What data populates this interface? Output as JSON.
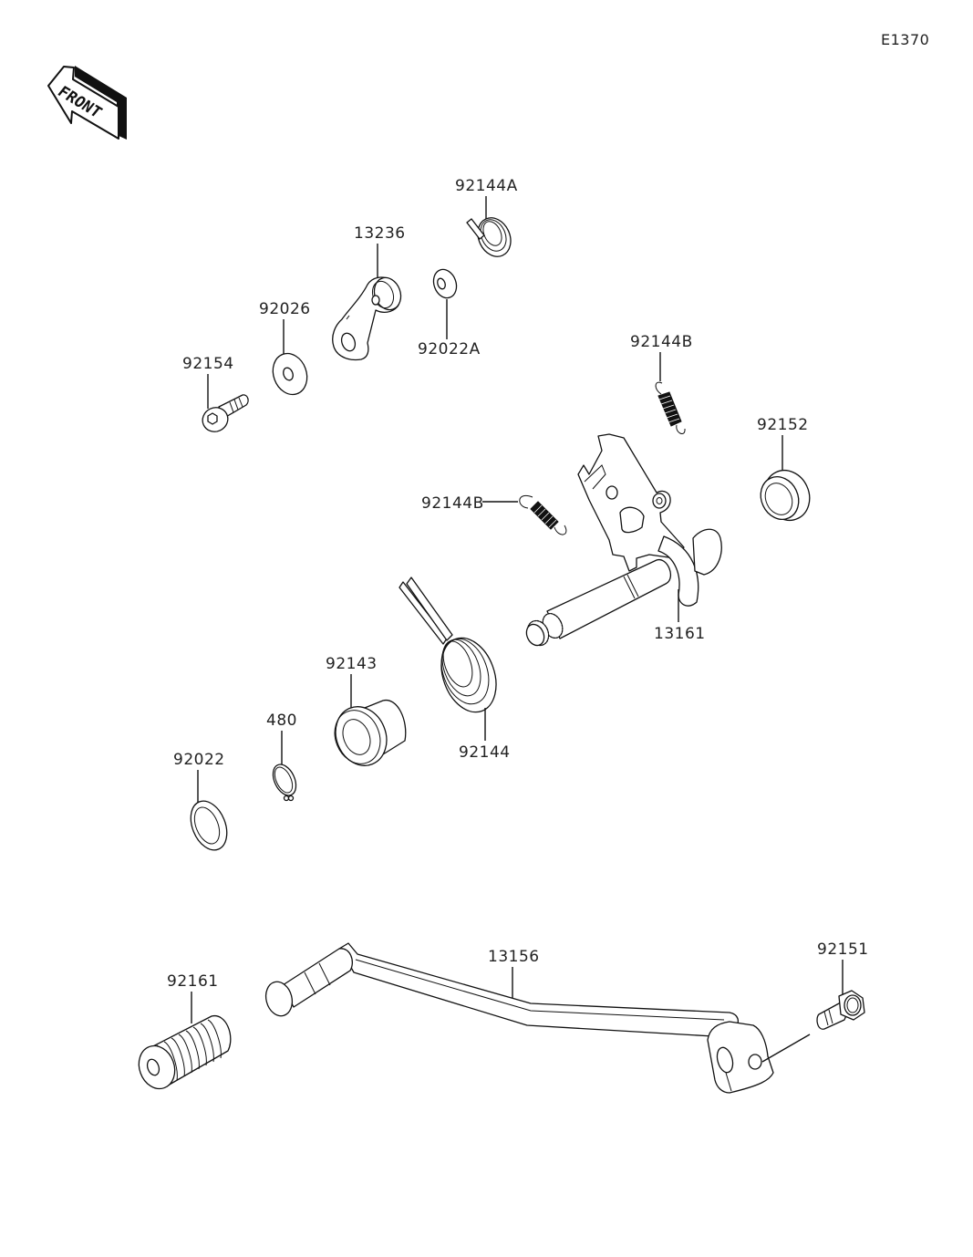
{
  "diagram": {
    "reference_code": "E1370",
    "orientation_arrow": {
      "text": "FRONT",
      "icon": "front-arrow-icon"
    },
    "parts": [
      {
        "id": "92144A",
        "label": "92144A",
        "description": "torsion spring (small)"
      },
      {
        "id": "13236",
        "label": "13236",
        "description": "lever arm"
      },
      {
        "id": "92022A",
        "label": "92022A",
        "description": "washer (small)"
      },
      {
        "id": "92026",
        "label": "92026",
        "description": "washer"
      },
      {
        "id": "92154",
        "label": "92154",
        "description": "socket bolt"
      },
      {
        "id": "92144B-upper",
        "label": "92144B",
        "description": "tension spring"
      },
      {
        "id": "92152",
        "label": "92152",
        "description": "oil seal"
      },
      {
        "id": "92144B-lower",
        "label": "92144B",
        "description": "tension spring"
      },
      {
        "id": "13161",
        "label": "13161",
        "description": "shift shaft assembly"
      },
      {
        "id": "92143",
        "label": "92143",
        "description": "collar"
      },
      {
        "id": "480",
        "label": "480",
        "description": "circlip"
      },
      {
        "id": "92144",
        "label": "92144",
        "description": "torsion spring (large)"
      },
      {
        "id": "92022",
        "label": "92022",
        "description": "washer"
      },
      {
        "id": "13156",
        "label": "13156",
        "description": "shift pedal"
      },
      {
        "id": "92151",
        "label": "92151",
        "description": "flange bolt"
      },
      {
        "id": "92161",
        "label": "92161",
        "description": "pedal rubber"
      }
    ]
  }
}
